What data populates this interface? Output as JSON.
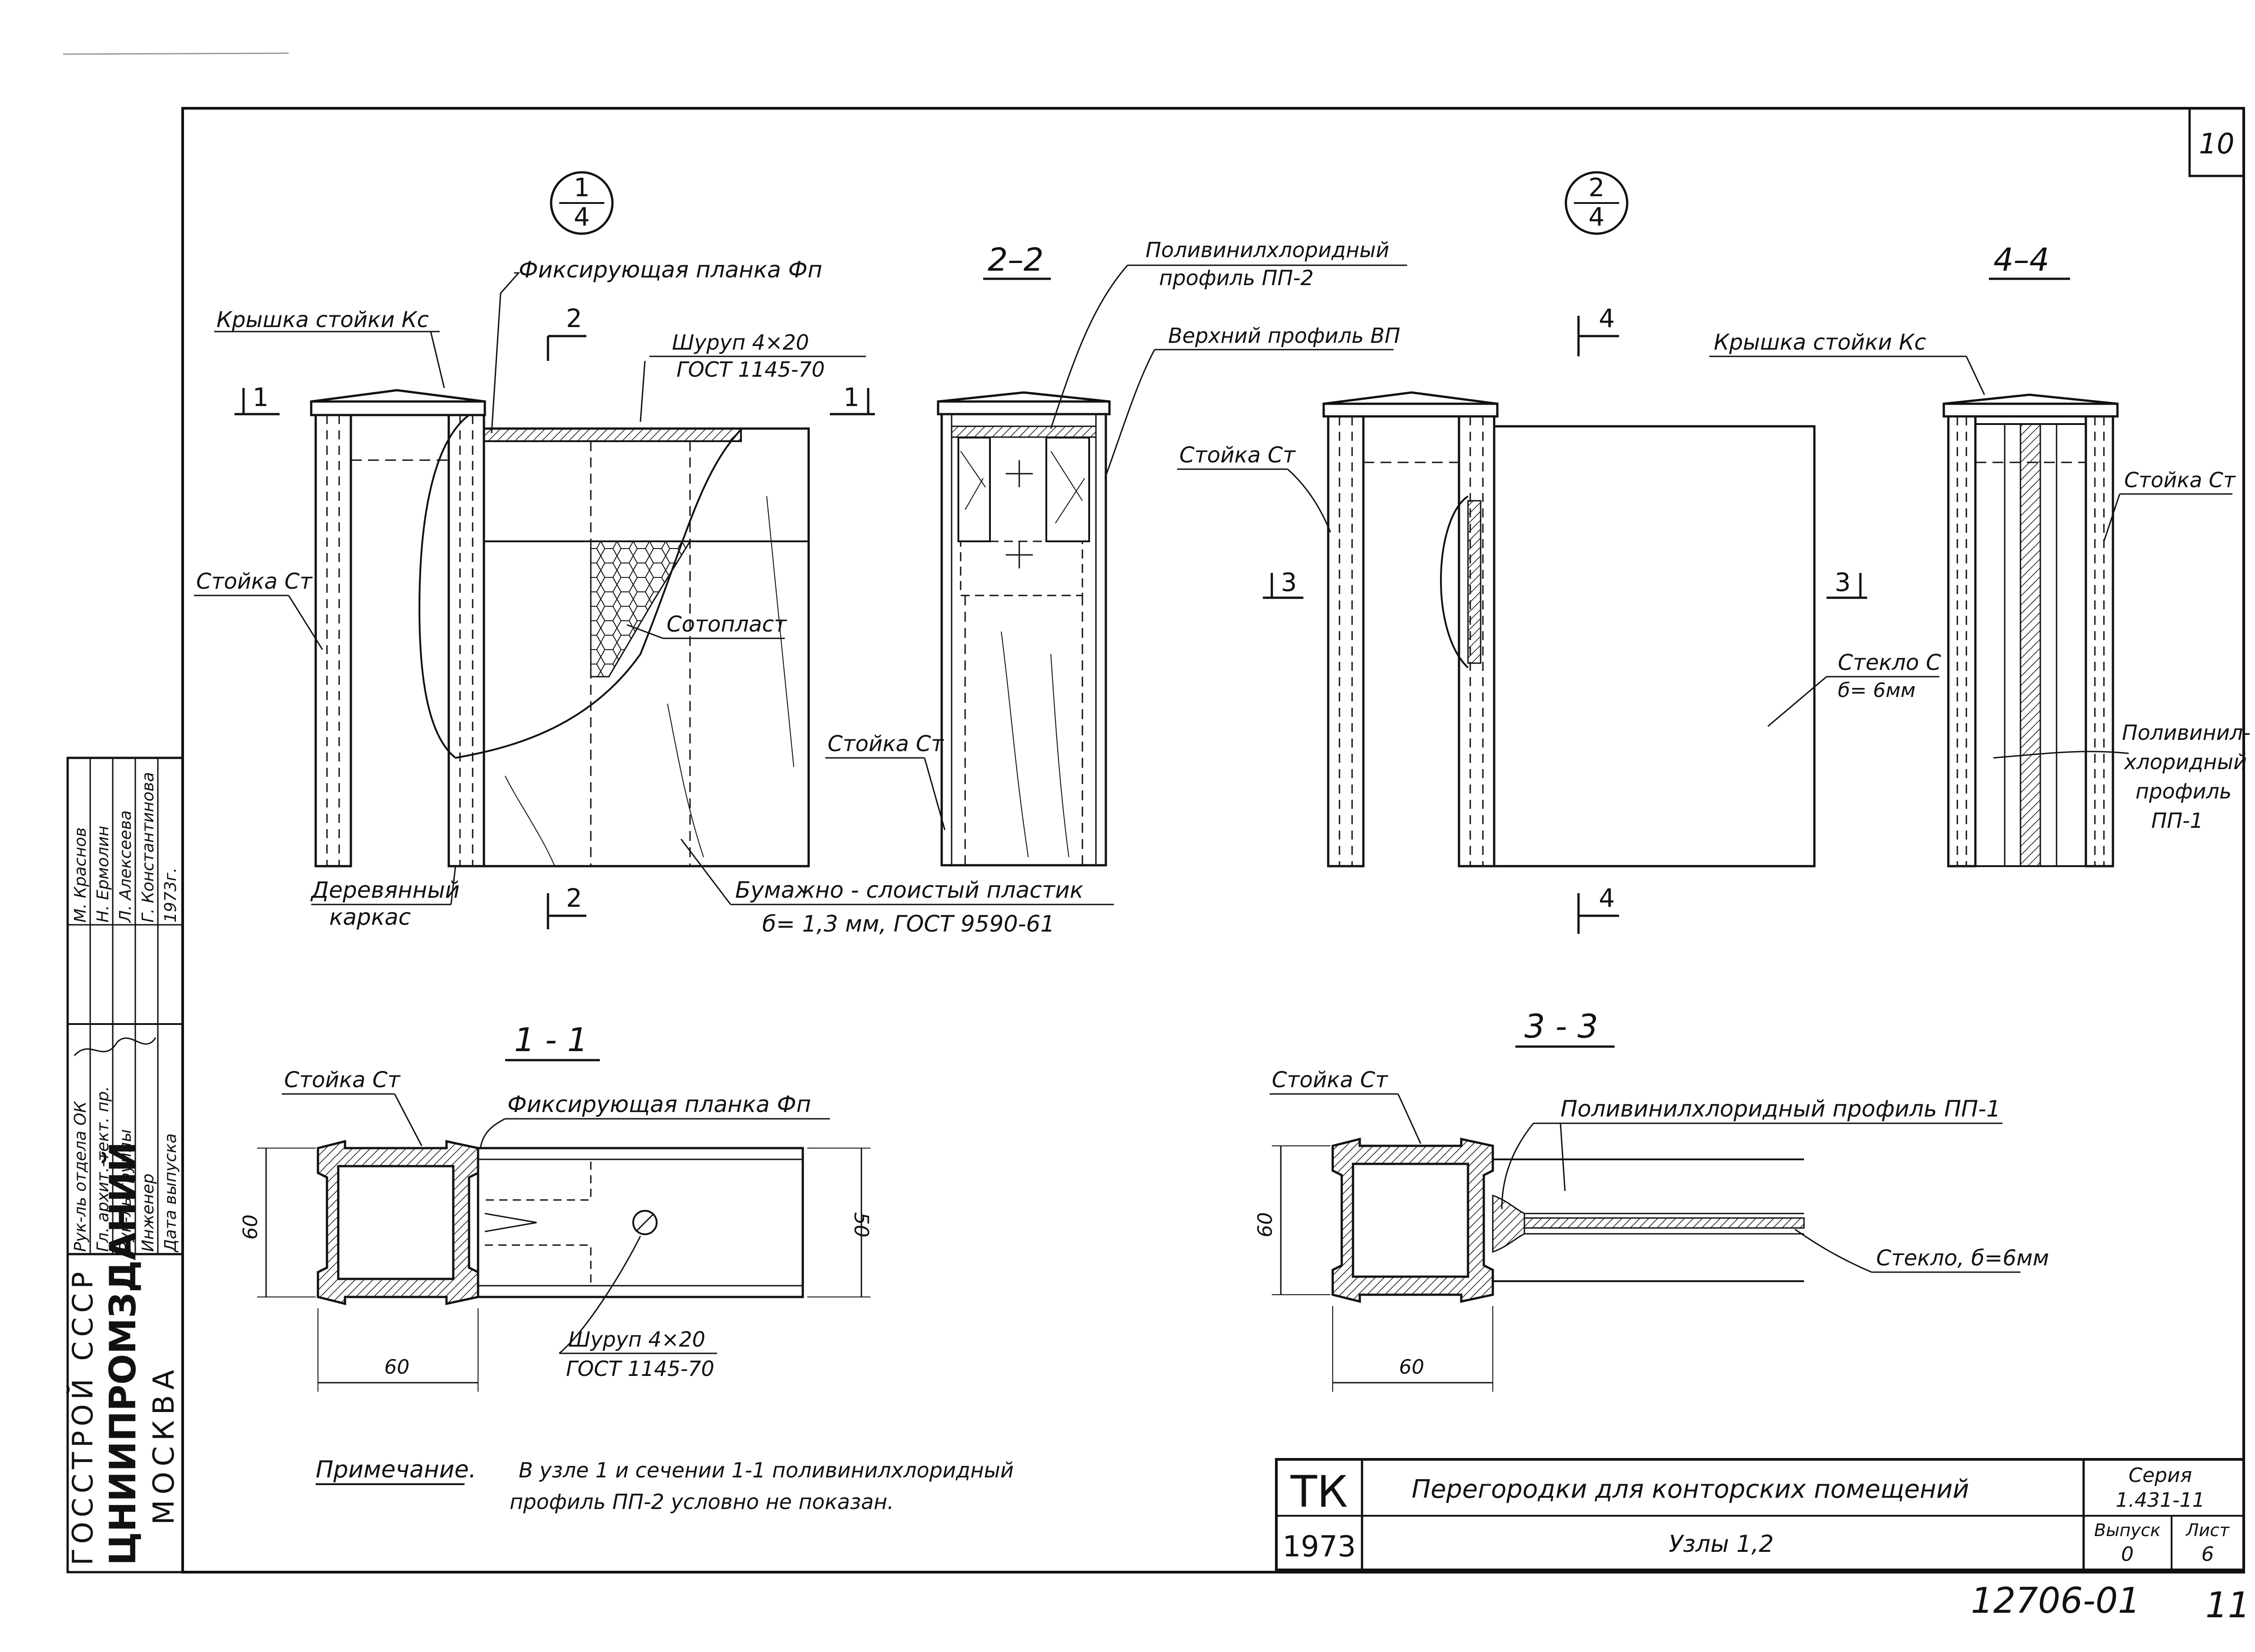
{
  "sheet": {
    "number_top": "10",
    "footer_code": "12706-01",
    "footer_page": "11"
  },
  "node1": {
    "marker_top": "1",
    "marker_bottom": "4",
    "labels": {
      "fix_strip": "Фиксирующая планка Фп",
      "post_cap": "Крышка стойки Кс",
      "screw_1": "Шуруп 4×20",
      "screw_2": "ГОСТ 1145-70",
      "post": "Стойка Ст",
      "honeycomb": "Сотопласт",
      "frame_1": "Деревянный",
      "frame_2": "каркас",
      "plastic_1": "Бумажно - слоистый пластик",
      "plastic_2": "б= 1,3 мм, ГОСТ 9590-61"
    },
    "cuts": {
      "c1l": "1",
      "c1r": "1",
      "c2t": "2",
      "c2b": "2"
    }
  },
  "sec22": {
    "title": "2–2",
    "labels": {
      "pvc_1": "Поливинилхлоридный",
      "pvc_2": "профиль ПП-2",
      "top_profile": "Верхний профиль ВП",
      "post": "Стойка Ст"
    }
  },
  "node2": {
    "marker_top": "2",
    "marker_bottom": "4",
    "labels": {
      "post": "Стойка Ст",
      "glass_1": "Стекло С",
      "glass_2": "б= 6мм"
    },
    "cuts": {
      "c4t": "4",
      "c4b": "4",
      "c3l": "3",
      "c3r": "3"
    }
  },
  "sec44": {
    "title": "4–4",
    "labels": {
      "post_cap": "Крышка стойки Кс",
      "post": "Стойка Ст",
      "pvc_1": "Поливинил-",
      "pvc_2": "хлоридный",
      "pvc_3": "профиль",
      "pvc_4": "ПП-1"
    }
  },
  "sec11": {
    "title": "1 - 1",
    "labels": {
      "post": "Стойка Ст",
      "fix_strip": "Фиксирующая планка Фп",
      "screw_1": "Шуруп 4×20",
      "screw_2": "ГОСТ 1145-70"
    },
    "dims": {
      "height": "60",
      "width": "60",
      "panel": "50"
    }
  },
  "sec33": {
    "title": "3 - 3",
    "labels": {
      "post": "Стойка Ст",
      "pvc": "Поливинилхлоридный профиль ПП-1",
      "glass": "Стекло, б=6мм"
    },
    "dims": {
      "height": "60",
      "width": "60"
    }
  },
  "note": {
    "heading": "Примечание.",
    "line1": "В узле 1 и сечении 1-1 поливинилхлоридный",
    "line2": "профиль ПП-2 условно не показан."
  },
  "title_block": {
    "tk": "ТК",
    "year": "1973",
    "title": "Перегородки для конторских помещений",
    "subtitle": "Узлы 1,2",
    "series_label": "Серия",
    "series_value": "1.431-11",
    "issue_label": "Выпуск",
    "issue_value": "0",
    "sheet_label": "Лист",
    "sheet_value": "6"
  },
  "side_block": {
    "org_1": "ГОССТРОЙ СССР",
    "org_2": "ЦНИИПРОМЗДАНИЙ",
    "org_3": "МОСКВА",
    "roles": [
      "Рук-ль отдела ОК",
      "Гл. архит.-тект. пр.",
      "Рук-ль группы",
      "Инженер",
      "Дата выпуска"
    ],
    "names": [
      "М. Краснов",
      "Н. Ермолин",
      "Л. Алексеева",
      "Г. Константинова",
      "1973г."
    ]
  }
}
